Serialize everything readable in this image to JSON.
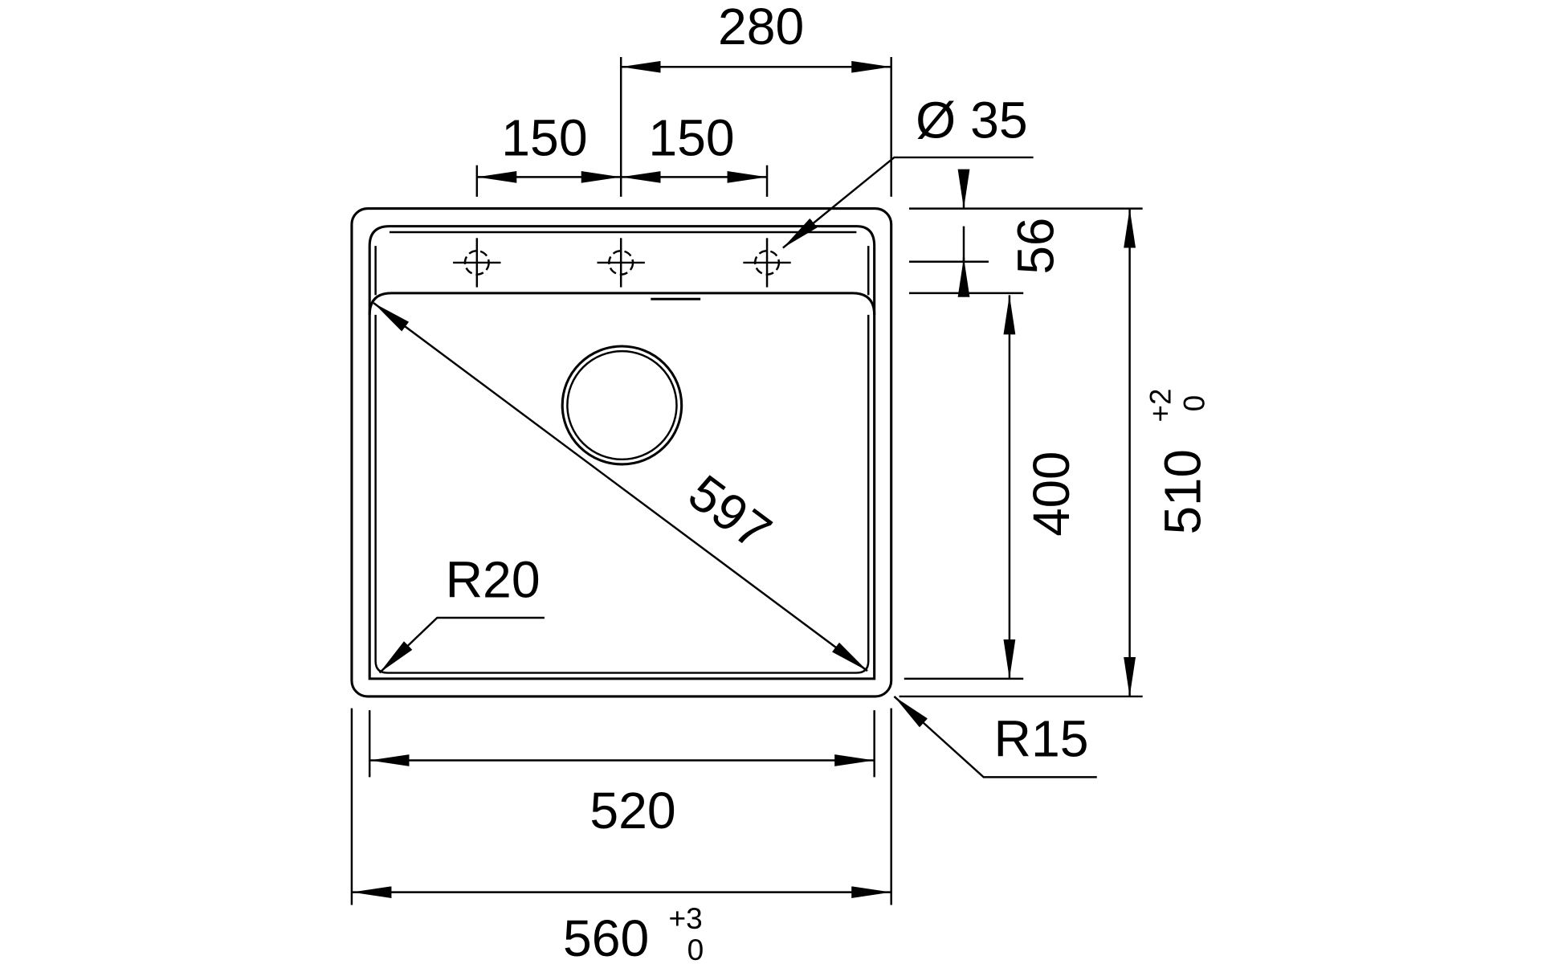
{
  "drawing": {
    "dim_taps_total": "280",
    "dim_tap_left": "150",
    "dim_tap_right": "150",
    "dim_hole_diameter": "Ø 35",
    "dim_deck_depth": "56",
    "dim_bowl_depth": "400",
    "dim_overall_depth": "510",
    "dim_overall_depth_tol_plus": "+2",
    "dim_overall_depth_tol_minus": "0",
    "dim_diagonal": "597",
    "radius_inner": "R20",
    "radius_outer": "R15",
    "dim_bowl_width": "520",
    "dim_overall_width": "560",
    "dim_overall_width_tol_plus": "+3",
    "dim_overall_width_tol_minus": "0"
  }
}
